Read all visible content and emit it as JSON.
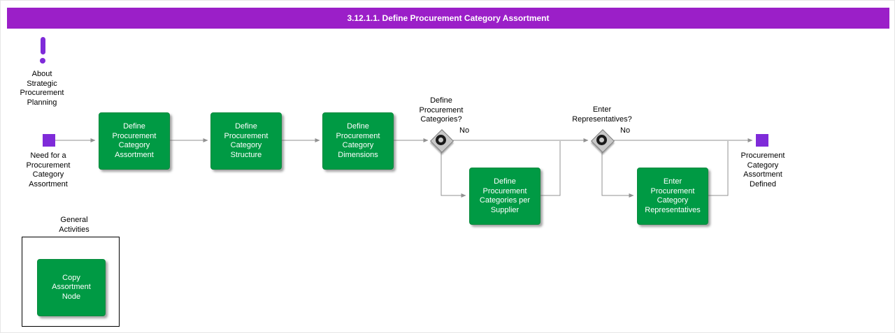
{
  "banner": {
    "title": "3.12.1.1. Define Procurement Category Assortment"
  },
  "colors": {
    "banner_purple": "#9B1FC8",
    "event_purple": "#7F2BD9",
    "task_green": "#009A44",
    "gateway_gray": "#C8C8C8",
    "connector_gray": "#919191"
  },
  "about": {
    "label": "About\nStrategic\nProcurement\nPlanning"
  },
  "start_event": {
    "label": "Need for a\nProcurement\nCategory\nAssortment"
  },
  "end_event": {
    "label": "Procurement\nCategory\nAssortment\nDefined"
  },
  "tasks": [
    {
      "label": "Define\nProcurement\nCategory\nAssortment"
    },
    {
      "label": "Define\nProcurement\nCategory\nStructure"
    },
    {
      "label": "Define\nProcurement\nCategory\nDimensions"
    },
    {
      "label": "Define\nProcurement\nCategories per\nSupplier"
    },
    {
      "label": "Enter\nProcurement\nCategory\nRepresentatives"
    }
  ],
  "gateways": [
    {
      "question": "Define\nProcurement\nCategories?",
      "branch_label": "No"
    },
    {
      "question": "Enter\nRepresentatives?",
      "branch_label": "No"
    }
  ],
  "general_activities": {
    "title": "General\nActivities",
    "task_label": "Copy\nAssortment\nNode"
  }
}
